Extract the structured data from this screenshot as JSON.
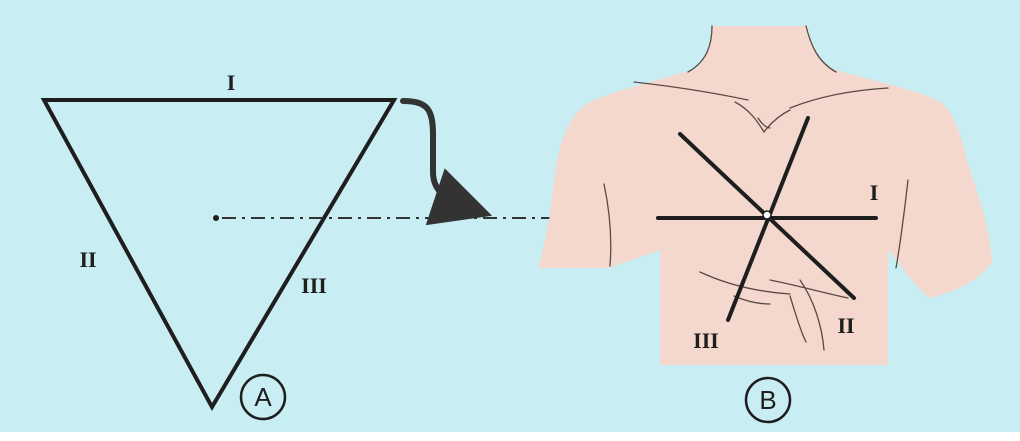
{
  "figure": {
    "colors": {
      "background": "#c8eef3",
      "skin": "#f4d8cd",
      "ink": "#1e1e1e",
      "arrow": "#333333"
    },
    "panel_a": {
      "label": "A",
      "edges": {
        "top": "I",
        "left": "II",
        "right": "III"
      }
    },
    "panel_b": {
      "label": "B",
      "axes": {
        "horizontal": "I",
        "oblique_right": "II",
        "oblique_left": "III"
      }
    }
  }
}
